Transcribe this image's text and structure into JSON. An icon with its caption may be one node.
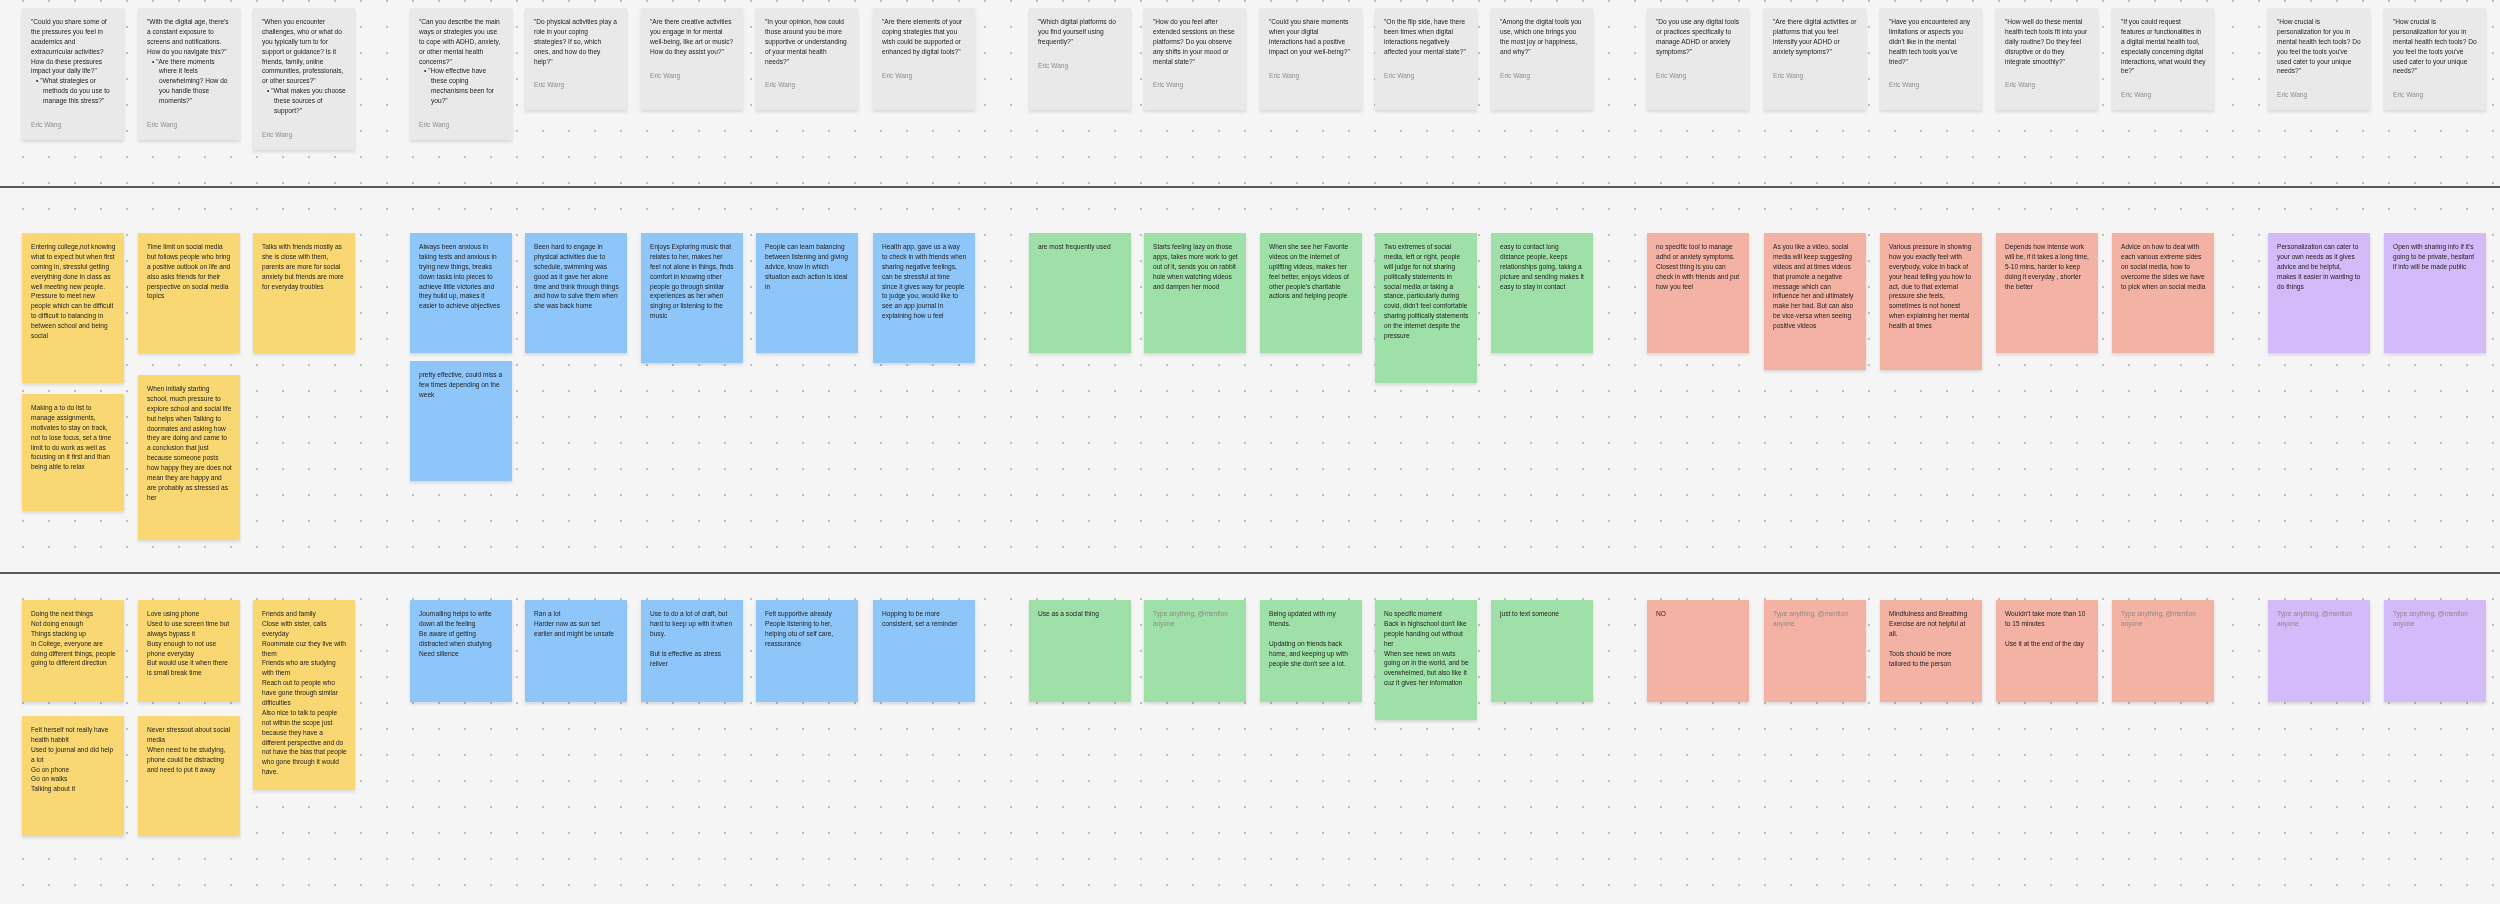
{
  "diagram": {
    "nodes": [
      {
        "text": [
          "\"Could you share some of the pressures you feel in academics and extracurricular activities? How do these pressures impact your daily life?\"",
          "• \"What strategies or methods do you use to manage this stress?\"",
          "Eric Wang"
        ]
      },
      {
        "text": [
          "\"With the digital age, there's a constant exposure to screens and notifications. How do you navigate this?\"",
          "• \"Are there moments where it feels overwhelming? How do you handle those moments?\"",
          "Eric Wang"
        ]
      },
      {
        "text": [
          "\"When you encounter challenges, who or what do you typically turn to for support or guidance? Is it friends, family, online communities, professionals, or other sources?\"",
          "• \"What makes you choose these sources of support?\"",
          "Eric Wang"
        ]
      },
      {
        "text": [
          "\"Can you describe the main ways or strategies you use to cope with ADHD, anxiety, or other mental health concerns?\"",
          "• \"How effective have these coping mechanisms been for you?\"",
          "Eric Wang"
        ]
      },
      {
        "text": [
          "\"Do physical activities play a role in your coping strategies? If so, which ones, and how do they help?\"",
          "Eric Wang"
        ]
      },
      {
        "text": [
          "\"Are there creative activities you engage in for mental well-being, like art or music? How do they assist you?\"",
          "Eric Wang"
        ]
      },
      {
        "text": [
          "\"In your opinion, how could those around you be more supportive or understanding of your mental health needs?\"",
          "Eric Wang"
        ]
      },
      {
        "text": [
          "\"Are there elements of your coping strategies that you wish could be supported or enhanced by digital tools?\"",
          "Eric Wang"
        ]
      },
      {
        "text": [
          "\"Which digital platforms do you find yourself using frequently?\"",
          "Eric Wang"
        ]
      },
      {
        "text": [
          "\"How do you feel after extended sessions on these platforms? Do you observe any shifts in your mood or mental state?\"",
          "Eric Wang"
        ]
      },
      {
        "text": [
          "\"Could you share moments when your digital interactions had a positive impact on your well-being?\"",
          "Eric Wang"
        ]
      },
      {
        "text": [
          "\"On the flip side, have there been times when digital interactions negatively affected your mental state?\"",
          "Eric Wang"
        ]
      },
      {
        "text": [
          "\"Among the digital tools you use, which one brings you the most joy or happiness, and why?\"",
          "Eric Wang"
        ]
      },
      {
        "text": [
          "\"Do you use any digital tools or practices specifically to manage ADHD or anxiety symptoms?\"",
          "Eric Wang"
        ]
      },
      {
        "text": [
          "\"Are there digital activities or platforms that you feel intensify your ADHD or anxiety symptoms?\"",
          "Eric Wang"
        ]
      },
      {
        "text": [
          "\"Have you encountered any limitations or aspects you didn't like in the mental health tech tools you've tried?\"",
          "Eric Wang"
        ]
      },
      {
        "text": [
          "\"How well do these mental health tech tools fit into your daily routine? Do they feel disruptive or do they integrate smoothly?\"",
          "Eric Wang"
        ]
      },
      {
        "text": [
          "\"If you could request features or functionalities in a digital mental health tool, especially concerning digital interactions, what would they be?\"",
          "Eric Wang"
        ]
      },
      {
        "text": [
          "\"How crucial is personalization for you in mental health tech tools? Do you feel the tools you've used cater to your unique needs?\"",
          "Eric Wang"
        ]
      },
      {
        "text": [
          "\"How crucial is personalization for you in mental health tech tools? Do you feel the tools you've used cater to your unique needs?\"",
          "Eric Wang"
        ]
      },
      {
        "text": [
          "Entering college,not knowing what to expect but when first coming in, stressful getting everything done in class as well meeting new people. Pressure to meet new people which can be difficult to difficult to balancing in between school and being social"
        ]
      },
      {
        "text": [
          "Time limit on social media but follows people who bring a positive outlook on life and also asks friends for their perspective on social media topics"
        ]
      },
      {
        "text": [
          "Talks with friends mostly as she is close with them, parents are more for social anxiety but friends are more for everyday troubles"
        ]
      },
      {
        "text": [
          "Always been anxious in taking tests and anxious in trying new things, breaks down tasks into pieces to achieve little victories and they build up, makes it easier to achieve objectives"
        ]
      },
      {
        "text": [
          "Been hard to engage in physical activities due to schedule, swimming was good as it gave her alone time and think through things and how to solve them when she was back home"
        ]
      },
      {
        "text": [
          "Enjoys Exploring music that relates to her, makes her feel not alone in things, finds comfort in knowing other people go through similar experiences as her when singing or listening to the music"
        ]
      },
      {
        "text": [
          "People can learn balancing between listening and giving advice, know in which situation each action is ideal in"
        ]
      },
      {
        "text": [
          "Health app, gave us a way to check in with friends when sharing negative feelings, can be stressful at time since it gives way for people to judge you, would like to see an app journal in explaining how u feel"
        ]
      },
      {
        "text": [
          "are most frequently used"
        ]
      },
      {
        "text": [
          "Starts feeling lazy on those apps, takes more work to get out of it, sends you on rabbit hole when watching videos and dampen her mood"
        ]
      },
      {
        "text": [
          "When she see her Favorite videos on the internet of uplifting videos, makes her feel better, enjoys videos of other people's charitable actions and helping people"
        ]
      },
      {
        "text": [
          "Two extremes of social media, left or right, people will judge for not sharing politically statements in social media or taking a stance, particularly during covid, didn't feel comfortable sharing politically statements on the internet despite the pressure"
        ]
      },
      {
        "text": [
          "easy to contact long distance people, keeps relationships going, taking a picture and sending makes it easy to stay in contact"
        ]
      },
      {
        "text": [
          "no specific tool to manage adhd or anxiety symptoms. Closest thing is you can check in with friends and put how you feel"
        ]
      },
      {
        "text": [
          "As you like a video, social media will keep suggesting videos and at times videos that promote a negative message which can influence her and ultimately make her bad. But can also be vice-versa when seeing positive videos"
        ]
      },
      {
        "text": [
          "Various pressure in showing how you exactly feel with everybody, voice in back of your head telling you how to act, due to that external pressure she feels, sometimes is not honest when explaining her mental health at times"
        ]
      },
      {
        "text": [
          "Depends how intense work will be, if it takes a long time, 5-10 mins, harder to keep doing it everyday , shorter the better"
        ]
      },
      {
        "text": [
          "Advice on how to deal with each various extreme sides on social media, how to overcome the sides we have to pick when on social media"
        ]
      },
      {
        "text": [
          "Personalization can cater to your own needs as it gives advice and be helpful, makes it easier in wanting to do things"
        ]
      },
      {
        "text": [
          "Open with sharing info if it's going to be private, hesitant if info will be made public"
        ]
      },
      {
        "text": [
          "Making a to do list to manage assignments, motivates to stay on track, not to lose focus, set a time limit to do work as well as focusing on it first and than being able to relax"
        ]
      },
      {
        "text": [
          "When initially starting school, much pressure to explore school and social life but helps when Talking to doormates and asking how they are doing and came to a conclusion that just because someone posts how happy they are does not mean they are happy and are probably as stressed as her"
        ]
      },
      {
        "text": [
          "pretty effective, could miss a few times depending on the week"
        ]
      },
      {
        "text": [
          "Doing the next things",
          "Not doing enough",
          "Things stacking up",
          "In College, everyone are doing different things, people going to different direction"
        ]
      },
      {
        "text": [
          "Love using phone",
          "Used to use screen time but always bypass it",
          "Busy enough to not use phone everyday",
          "But would use it when there is small break time"
        ]
      },
      {
        "text": [
          "Friends and family",
          "Close with sister, calls everyday",
          "Roommate cuz they live with them",
          "Friends who are studying with them",
          "Reach out to people who have gone through similar difficulties",
          "Also nice to talk to people not within the scope just because they have a different perspective and do not have the bias that people who gone through it would have."
        ]
      },
      {
        "text": [
          "Journalling helps to write down all the feeling",
          "Be aware of getting distracted when studying",
          "Need sillence"
        ]
      },
      {
        "text": [
          "Ran a lot",
          "Harder now as sun set earlier and might be unsafe"
        ]
      },
      {
        "text": [
          "Use to do a lot of craft, but hard to keep up with it when busy.",
          "But is effective as stress reliver"
        ]
      },
      {
        "text": [
          "Felt supportive already",
          "People listening to her, helping otu of self care, reassurance"
        ]
      },
      {
        "text": [
          "Hopping to be more consistent, set a reminder"
        ]
      },
      {
        "text": [
          "Use as a social thing"
        ]
      },
      {
        "text": [
          "Type anything, @mention anyone"
        ]
      },
      {
        "text": [
          "Being updated with my friends.",
          "Updating on friends back home, and keeping up with people she don't see a lot."
        ]
      },
      {
        "text": [
          "No specific moment",
          "Back in highschool don't like people handing out without her",
          "When see news on wuts going on in the world, and be overwhelmed, but also like it cuz it gives her information"
        ]
      },
      {
        "text": [
          "just to text someone"
        ]
      },
      {
        "text": [
          "NO"
        ]
      },
      {
        "text": [
          "Type anything, @mention anyone"
        ]
      },
      {
        "text": [
          "Mindfulness and Breathing Exercise are not helpful at all.",
          "Tools should be more tailored to the person"
        ]
      },
      {
        "text": [
          "Wouldn't take more than 10 to 15 minutes",
          "Use it at the end of the day"
        ]
      },
      {
        "text": [
          "Type anything, @mention anyone"
        ]
      },
      {
        "text": [
          "Type anything, @mention anyone"
        ]
      },
      {
        "text": [
          "Type anything, @mention anyone"
        ]
      },
      {
        "text": [
          "Felt herself not really have health habbit",
          "Used to journal and did help a lot",
          "Go on phone",
          "Go on walks",
          "Talking about it"
        ]
      },
      {
        "text": [
          "Never stressout about social media",
          "When need to be studying, phone could be distracting and need to put it away"
        ]
      }
    ]
  }
}
